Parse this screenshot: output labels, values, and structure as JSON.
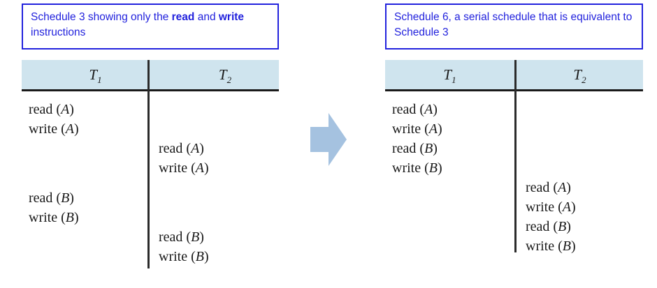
{
  "left": {
    "caption": {
      "segments": [
        {
          "text": "Schedule 3 showing only the ",
          "bold": false
        },
        {
          "text": "read",
          "bold": true
        },
        {
          "text": " and ",
          "bold": false
        },
        {
          "text": "write",
          "bold": true
        },
        {
          "text": " instructions",
          "bold": false
        }
      ],
      "plain": "Schedule 3 showing only the read and write instructions"
    },
    "columns": [
      {
        "name": "T",
        "subscript": "1"
      },
      {
        "name": "T",
        "subscript": "2"
      }
    ],
    "t1_blocks": [
      {
        "ops": [
          {
            "op": "read",
            "arg": "A"
          },
          {
            "op": "write",
            "arg": "A"
          }
        ]
      },
      {
        "ops": [
          {
            "op": "read",
            "arg": "B"
          },
          {
            "op": "write",
            "arg": "B"
          }
        ]
      }
    ],
    "t2_blocks": [
      {
        "ops": [
          {
            "op": "read",
            "arg": "A"
          },
          {
            "op": "write",
            "arg": "A"
          }
        ]
      },
      {
        "ops": [
          {
            "op": "read",
            "arg": "B"
          },
          {
            "op": "write",
            "arg": "B"
          }
        ]
      }
    ]
  },
  "right": {
    "caption": {
      "segments": [
        {
          "text": "Schedule 6, a serial schedule that is equivalent to Schedule 3",
          "bold": false
        }
      ],
      "plain": "Schedule 6, a serial schedule that is equivalent to Schedule 3"
    },
    "columns": [
      {
        "name": "T",
        "subscript": "1"
      },
      {
        "name": "T",
        "subscript": "2"
      }
    ],
    "t1_blocks": [
      {
        "ops": [
          {
            "op": "read",
            "arg": "A"
          },
          {
            "op": "write",
            "arg": "A"
          },
          {
            "op": "read",
            "arg": "B"
          },
          {
            "op": "write",
            "arg": "B"
          }
        ]
      }
    ],
    "t2_blocks": [
      {
        "ops": [
          {
            "op": "read",
            "arg": "A"
          },
          {
            "op": "write",
            "arg": "A"
          },
          {
            "op": "read",
            "arg": "B"
          },
          {
            "op": "write",
            "arg": "B"
          }
        ]
      }
    ]
  },
  "arrow": {
    "icon": "right-block-arrow-icon",
    "direction": "right",
    "color": "#a5c2e0"
  },
  "colors": {
    "caption_border": "#2222dd",
    "caption_text": "#2222dd",
    "header_band": "#cfe4ee",
    "rule": "#1a1a1a",
    "text": "#1a1a1a",
    "arrow": "#a5c2e0",
    "background": "#ffffff"
  }
}
